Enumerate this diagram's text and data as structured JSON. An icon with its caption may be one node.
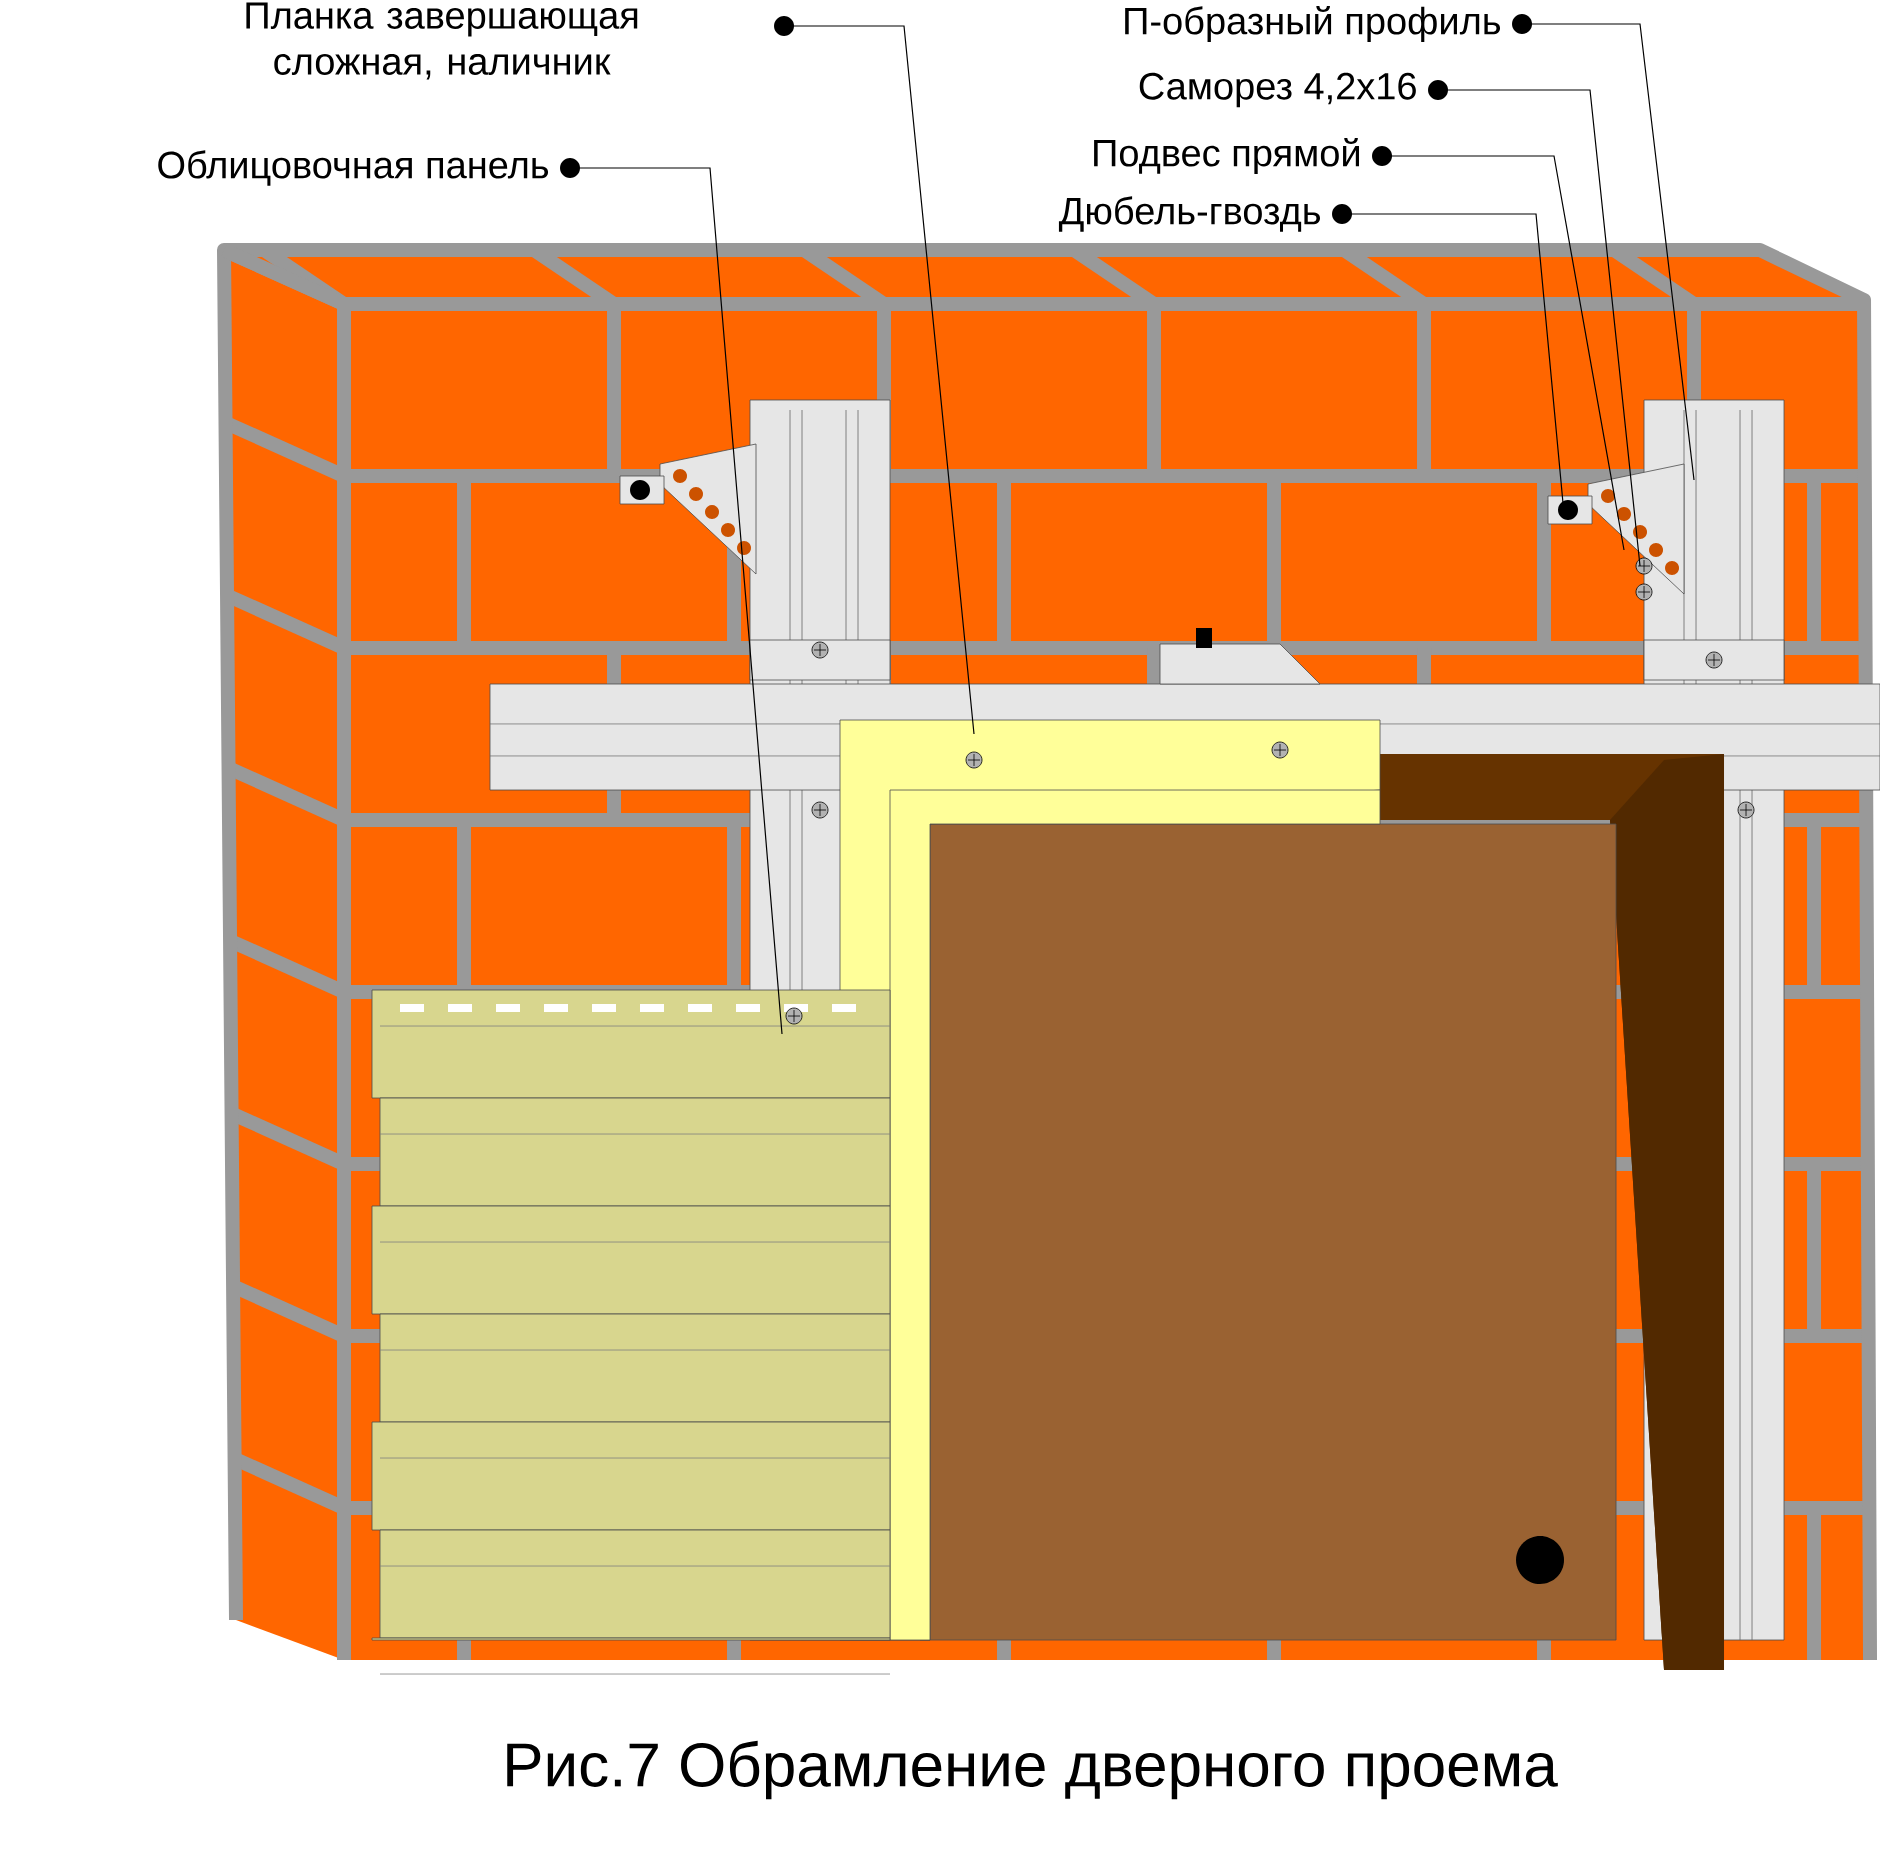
{
  "diagram": {
    "caption": "Рис.7 Обрамление дверного проема",
    "nodes": [
      {
        "text": [
          "Планка завершающая сложная, наличник"
        ]
      },
      {
        "text": [
          "Облицовочная панель"
        ]
      },
      {
        "text": [
          "П-образный профиль"
        ]
      },
      {
        "text": [
          "Саморез 4,2x16"
        ]
      },
      {
        "text": [
          "Подвес прямой"
        ]
      },
      {
        "text": [
          "Дюбель-гвоздь"
        ]
      }
    ],
    "edges": [
      {
        "from": 0,
        "to": null,
        "arrow": "other"
      },
      {
        "from": 1,
        "to": null,
        "arrow": "other"
      },
      {
        "from": 2,
        "to": null,
        "arrow": "other"
      },
      {
        "from": 3,
        "to": null,
        "arrow": "other"
      },
      {
        "from": 4,
        "to": null,
        "arrow": "other"
      },
      {
        "from": 5,
        "to": null,
        "arrow": "other"
      }
    ]
  }
}
